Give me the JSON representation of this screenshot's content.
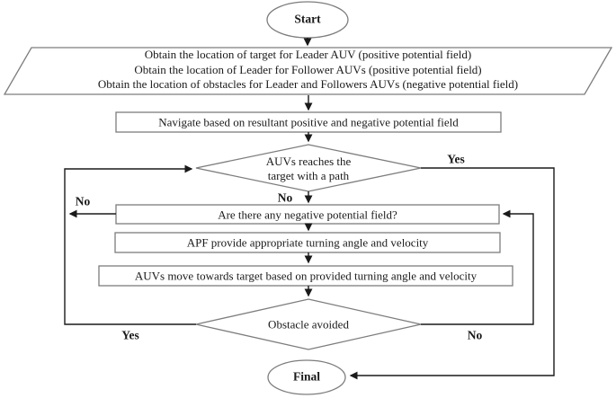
{
  "diagram": {
    "type": "flowchart",
    "nodes": {
      "start": {
        "label": "Start"
      },
      "io": {
        "lines": [
          "Obtain the location of target for Leader AUV (positive potential field)",
          "Obtain the location of Leader for Follower AUVs (positive potential field)",
          "Obtain the location of obstacles for Leader and Followers AUVs (negative potential field)"
        ]
      },
      "navigate": {
        "label": "Navigate based on resultant positive and negative potential field"
      },
      "reach_target_decision": {
        "line1": "AUVs reaches the",
        "line2": "target with a path"
      },
      "negative_field_check": {
        "label": "Are there any negative potential field?"
      },
      "apf": {
        "label": "APF provide appropriate turning angle and velocity"
      },
      "move": {
        "label": "AUVs move towards target based on provided turning angle and velocity"
      },
      "obstacle_decision": {
        "label": "Obstacle avoided"
      },
      "final": {
        "label": "Final"
      }
    },
    "edge_labels": {
      "reach_yes": "Yes",
      "reach_no": "No",
      "negative_field_no": "No",
      "obstacle_yes": "Yes",
      "obstacle_no": "No"
    },
    "colors": {
      "line": "#1a1a1a",
      "shape_border": "#7d7d7d",
      "text": "#1a1a1a",
      "background": "#ffffff"
    }
  }
}
